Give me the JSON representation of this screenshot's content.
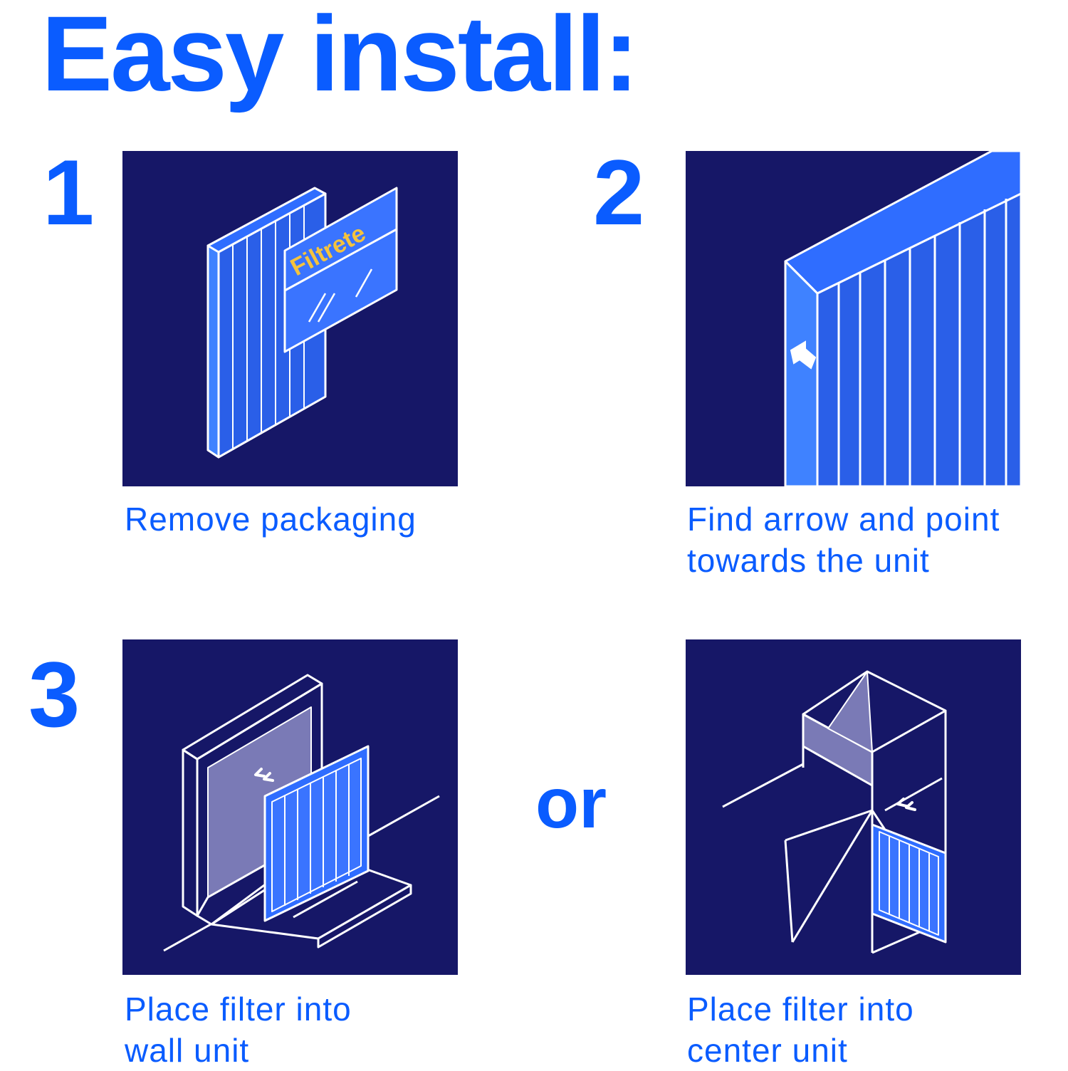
{
  "colors": {
    "brand_blue": "#0a5cff",
    "panel_navy": "#161767",
    "accent_yellow": "#f5c33d",
    "filter_blue": "#3d7bff"
  },
  "title": "Easy install:",
  "logo_text": "Filtrete",
  "steps": [
    {
      "number": "1",
      "caption": "Remove packaging",
      "icon": "filter-unbox-icon"
    },
    {
      "number": "2",
      "caption": "Find arrow and point\ntowards the unit",
      "icon": "filter-arrow-icon"
    },
    {
      "number": "3",
      "caption": "Place filter into\nwall unit",
      "icon": "wall-unit-icon"
    },
    {
      "number": "",
      "caption": "Place filter into\ncenter unit",
      "icon": "center-unit-icon"
    }
  ],
  "or_text": "or"
}
